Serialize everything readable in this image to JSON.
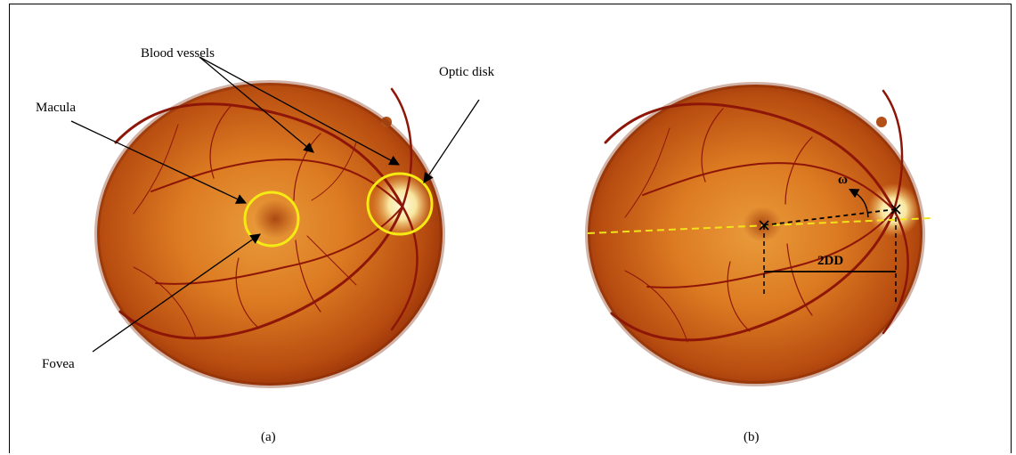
{
  "panel_a": {
    "labels": {
      "blood_vessels": "Blood vessels",
      "optic_disk": "Optic disk",
      "macula": "Macula",
      "fovea": "Fovea"
    },
    "caption": "(a)"
  },
  "panel_b": {
    "labels": {
      "angle": "ω",
      "distance": "2DD"
    },
    "caption": "(b)"
  },
  "colors": {
    "highlight_circle": "#f5ea13",
    "axis_line": "#f2e21a",
    "vessel": "#8e1608",
    "fundus_edge": "#9b3208",
    "fundus_center": "#e7892a"
  }
}
